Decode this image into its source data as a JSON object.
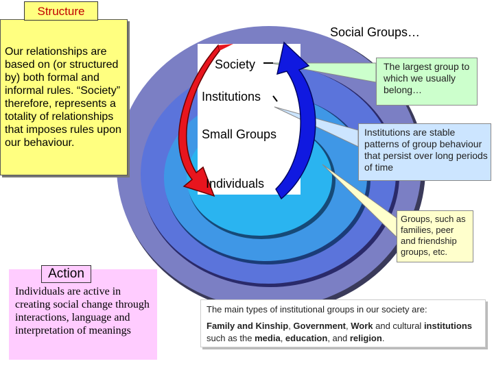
{
  "structure": {
    "title": "Structure",
    "text": "Our relationships are based on (or structured by) both formal and informal rules. “Society” therefore, represents a totality of relationships that imposes rules upon our behaviour."
  },
  "diagram": {
    "heading": "Social Groups…",
    "rings": [
      {
        "label": "Society",
        "color": "#7b7fc4"
      },
      {
        "label": "Institutions",
        "color": "#5b74db"
      },
      {
        "label": "Small Groups",
        "color": "#3f97e6"
      },
      {
        "label": "Individuals",
        "color": "#2ab4f0"
      }
    ],
    "arrow_colors": {
      "down": "#e8151e",
      "up": "#1019e0"
    }
  },
  "callouts": {
    "society": "The largest group to which we usually belong…",
    "institutions": "Institutions are stable patterns of group behaviour that persist over long periods of time",
    "groups": "Groups, such as families, peer and friendship groups, etc."
  },
  "types": {
    "intro": "The main types of institutional groups in our society are:",
    "b1": "Family and Kinship",
    "s1": ", ",
    "b2": "Government",
    "s2": ", ",
    "b3": "Work",
    "s3": " and cultural ",
    "b4": "institutions",
    "s4": " such as the ",
    "b5": "media",
    "s5": ", ",
    "b6": "education",
    "s6": ", and ",
    "b7": "religion",
    "s7": "."
  },
  "action": {
    "title": "Action",
    "text": "Individuals are active in creating social change through interactions, language and interpretation of meanings"
  }
}
